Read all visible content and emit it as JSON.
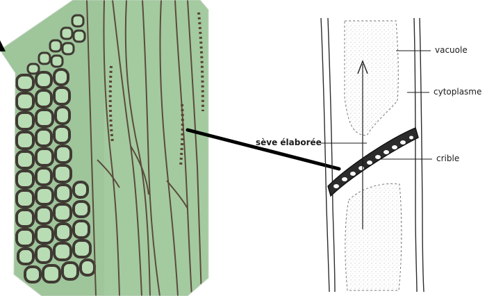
{
  "labels": {
    "vacuole": "vacuole",
    "cytoplasme": "cytoplasme",
    "seve": "sève élaborée",
    "crible": "crible"
  },
  "colors": {
    "micrograph_green": "#9fc59b",
    "cell_wall": "#3f3a33",
    "stipple": "#b9b9b9",
    "ink": "#1a1a1a"
  }
}
